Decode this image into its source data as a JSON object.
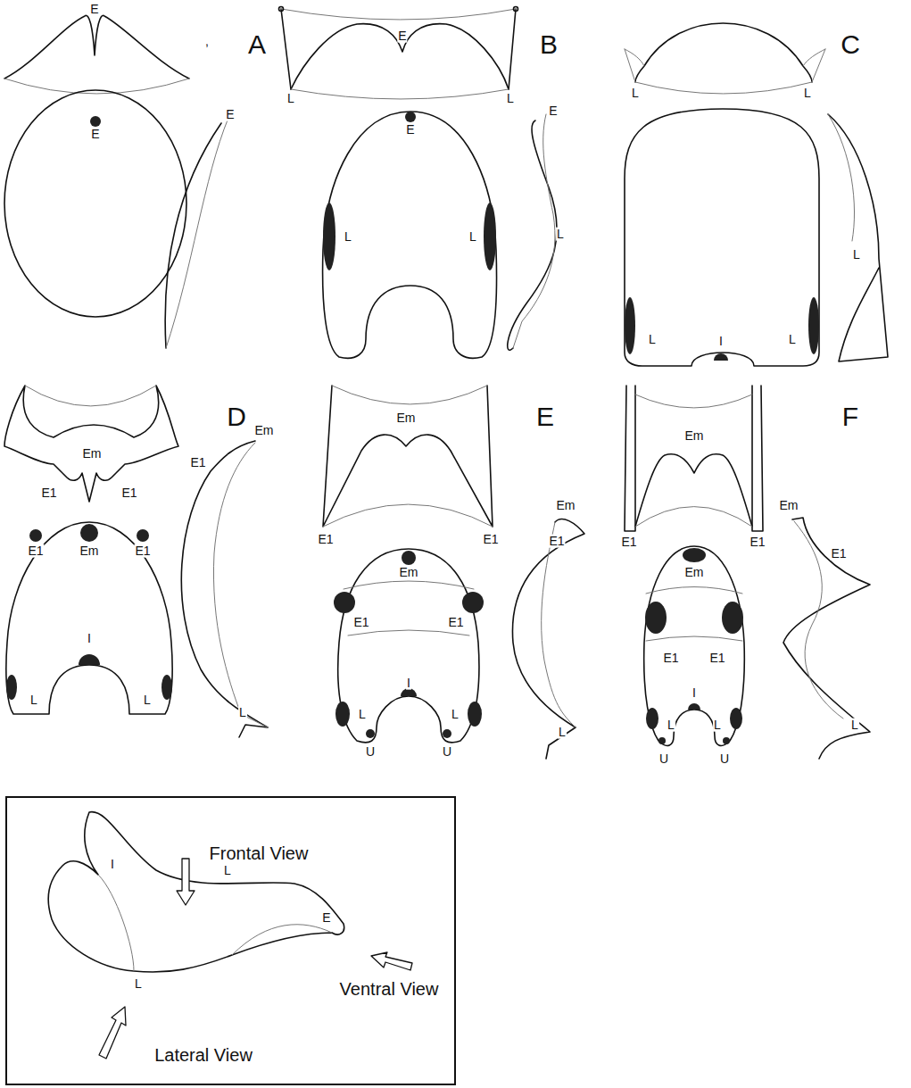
{
  "diagram": {
    "labels": [
      "E",
      "E",
      "E",
      "A",
      "E",
      "L",
      "L",
      "B",
      "E",
      "L",
      "L",
      "E",
      "L",
      ",",
      "C",
      "L",
      "L",
      "L",
      "I",
      "L",
      "L",
      "D",
      "Em",
      "E1",
      "E1",
      "E1",
      "Em",
      "E1",
      "I",
      "L",
      "L",
      "E1",
      "Em",
      "L",
      "E",
      "Em",
      "E1",
      "E1",
      "Em",
      "E1",
      "E1",
      "I",
      "L",
      "L",
      "U",
      "U",
      "Em",
      "E1",
      "L",
      "F",
      "Em",
      "E1",
      "E1",
      "Em",
      "E1",
      "E1",
      "I",
      "L",
      "L",
      "U",
      "U",
      "Em",
      "E1",
      "L",
      "Frontal View",
      "I",
      "L",
      "E",
      "Ventral View",
      "L",
      "Lateral View"
    ]
  }
}
